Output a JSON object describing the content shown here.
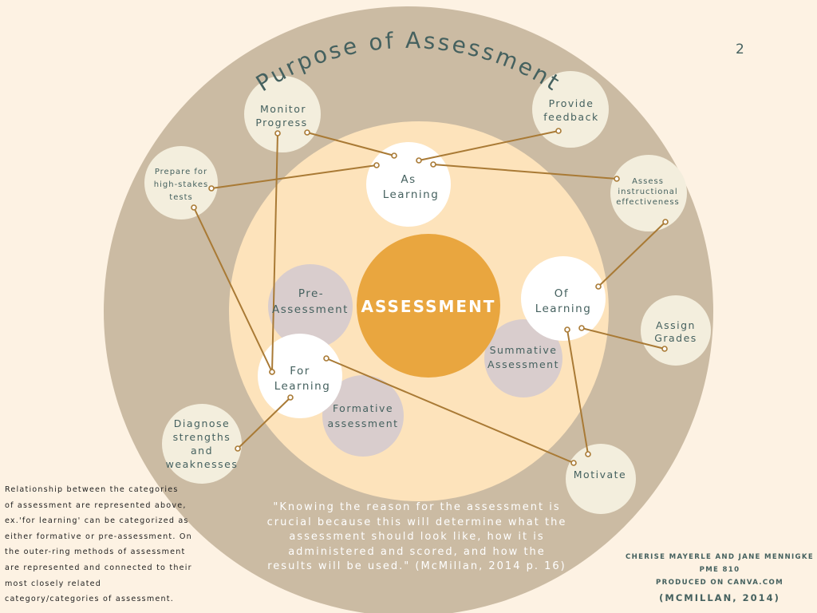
{
  "title": "Purpose of Assessment",
  "page_number": "2",
  "center_label": "ASSESSMENT",
  "categories": {
    "as_learning": [
      "As",
      "Learning"
    ],
    "of_learning": [
      "Of",
      "Learning"
    ],
    "for_learning": [
      "For",
      "Learning"
    ],
    "pre_assessment": [
      "Pre-",
      "Assessment"
    ],
    "summative": [
      "Summative",
      "Assessment"
    ],
    "formative": [
      "Formative",
      "assessment"
    ]
  },
  "methods": {
    "monitor": [
      "Monitor",
      "Progress"
    ],
    "feedback": [
      "Provide",
      "feedback"
    ],
    "prepare": [
      "Prepare for",
      "high-stakes",
      "tests"
    ],
    "instructional": [
      "Assess",
      "instructional",
      "effectiveness"
    ],
    "grades": [
      "Assign",
      "Grades"
    ],
    "diagnose": [
      "Diagnose",
      "strengths",
      "and",
      "weaknesses"
    ],
    "motivate": [
      "Motivate"
    ]
  },
  "note_lines": [
    "Relationship between the categories",
    "of assessment are represented above,",
    "ex.'for learning' can be categorized as",
    "either formative or pre-assessment.  On",
    "the outer-ring methods of assessment",
    "are represented and connected to their",
    "most closely related",
    "category/categories  of assessment."
  ],
  "quote_lines": [
    "\"Knowing the reason for the assessment is",
    "crucial because this will determine what the",
    "assessment should look like, how it is",
    "administered and scored, and how the",
    "results will be used.\"  (McMillan, 2014 p. 16)"
  ],
  "credits": {
    "authors": "CHERISE MAYERLE AND JANE MENNIGKE",
    "course": "PME 810",
    "produced": "PRODUCED ON CANVA.COM",
    "citation": "(MCMILLAN, 2014)"
  },
  "colors": {
    "background": "#fdf2e3",
    "outer_ring": "#cbbba3",
    "inner_ring": "#fde3bb",
    "center": "#e9a63f",
    "category": "#ffffff",
    "subtype": "#d9cdcd",
    "method": "#f3eedd",
    "connector": "#a97a35",
    "text": "#45615f"
  }
}
